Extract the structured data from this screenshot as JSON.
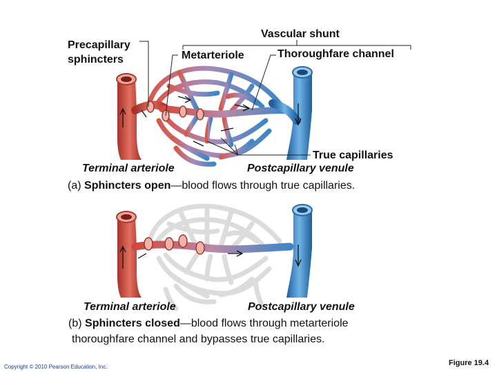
{
  "panel_a": {
    "labels": {
      "vascular_shunt": "Vascular shunt",
      "precapillary_line1": "Precapillary",
      "precapillary_line2": "sphincters",
      "metarteriole": "Metarteriole",
      "thoroughfare_channel": "Thoroughfare channel",
      "true_capillaries": "True capillaries",
      "terminal_arteriole": "Terminal arteriole",
      "postcapillary_venule": "Postcapillary venule"
    },
    "caption_prefix": "(a)",
    "caption_bold": "Sphincters open",
    "caption_rest": "—blood flows through true capillaries."
  },
  "panel_b": {
    "labels": {
      "terminal_arteriole": "Terminal arteriole",
      "postcapillary_venule": "Postcapillary venule"
    },
    "caption_prefix": "(b)",
    "caption_bold": "Sphincters closed",
    "caption_rest": "—blood flows through metarteriole",
    "caption_line2": "thoroughfare channel and bypasses true capillaries."
  },
  "footer": {
    "copyright": "Copyright © 2010 Pearson Education, Inc.",
    "figure": "Figure 19.4"
  },
  "colors": {
    "arteriole": "#c8463c",
    "venule": "#2f7fc0",
    "inactive": "#d9d9d9",
    "mix": "#8a6f9e"
  }
}
